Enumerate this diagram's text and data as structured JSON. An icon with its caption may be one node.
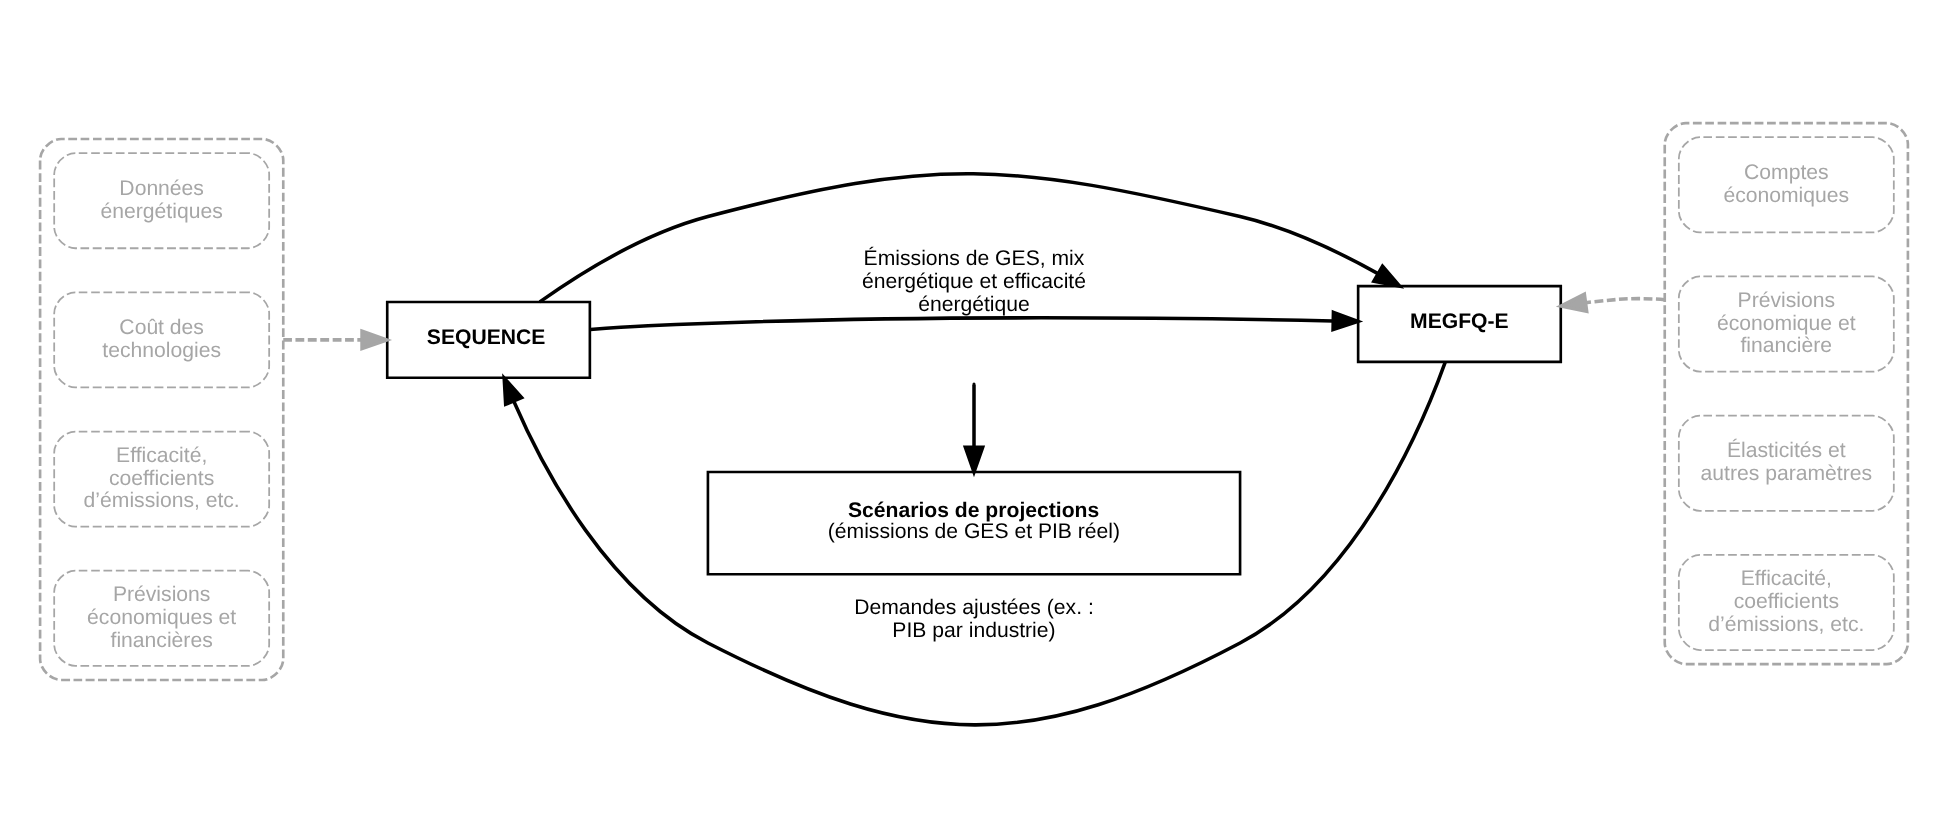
{
  "diagram": {
    "nodes": [
      {
        "text": [],
        "shape": "box"
      },
      {
        "text": [
          "Données énergétiques"
        ],
        "in": 0
      },
      {
        "text": [
          "Coût des technologies"
        ],
        "in": 0
      },
      {
        "text": [
          "Efficacité, coefficients d’émissions, etc."
        ],
        "in": 0
      },
      {
        "text": [
          "Prévisions économiques et financières"
        ],
        "in": 0
      },
      {
        "text": [
          "SEQUENCE"
        ]
      },
      {
        "text": [
          "MEGFQ-E"
        ]
      },
      {
        "text": [],
        "shape": "box"
      },
      {
        "text": [
          "Comptes économiques"
        ],
        "in": 7
      },
      {
        "text": [
          "Prévisions économique et financière"
        ],
        "in": 7
      },
      {
        "text": [
          "Élasticités et autres paramètres"
        ],
        "in": 7
      },
      {
        "text": [
          "Efficacité, coefficients d’émissions, etc."
        ],
        "in": 7
      },
      {
        "text": [
          "Scénarios de projections",
          "(émissions de GES et PIB réel)"
        ]
      }
    ],
    "edges": [
      {
        "from": 0,
        "to": 5,
        "arrow": "to",
        "style": "dashed",
        "color": "#a6a6a6"
      },
      {
        "from": 7,
        "to": 6,
        "arrow": "to",
        "style": "dashed",
        "color": "#a6a6a6"
      },
      {
        "from": 5,
        "to": 6,
        "arrow": "to"
      },
      {
        "from": 5,
        "to": 6,
        "arrow": "to",
        "label": "Émissions de GES, mix énergétique et efficacité énergétique"
      },
      {
        "from": 6,
        "to": 5,
        "arrow": "to",
        "label": "Demandes ajustées (ex. : PIB par industrie)"
      },
      {
        "from": null,
        "to": 12,
        "arrow": "to"
      }
    ]
  }
}
